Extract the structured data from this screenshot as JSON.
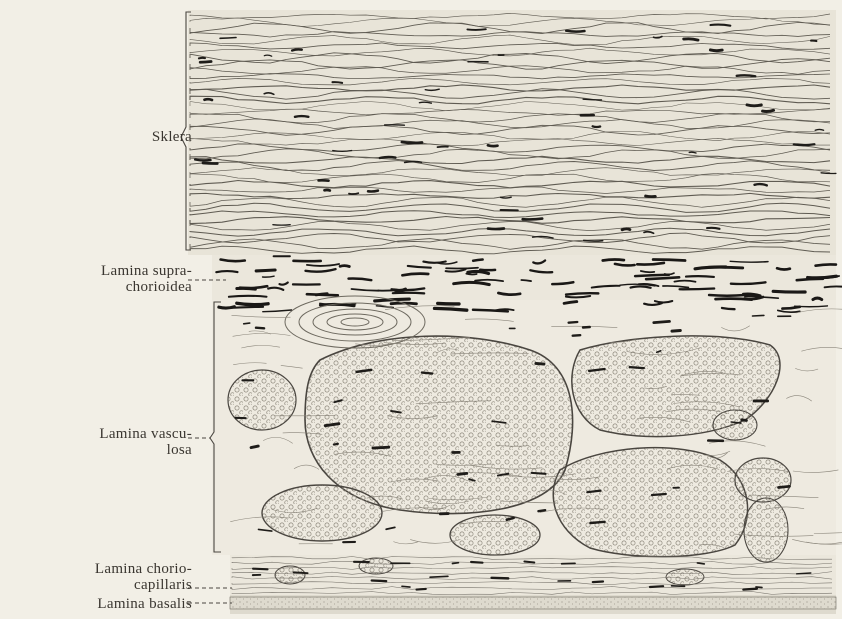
{
  "figure": {
    "labels": {
      "sklera": "Sklera",
      "supra_line1": "Lamina supra-",
      "supra_line2": "chorioidea",
      "vasc_line1": "Lamina vascu-",
      "vasc_line2": "losa",
      "chorio_line1": "Lamina chorio-",
      "chorio_line2": "capillaris",
      "basalis": "Lamina basalis"
    }
  }
}
